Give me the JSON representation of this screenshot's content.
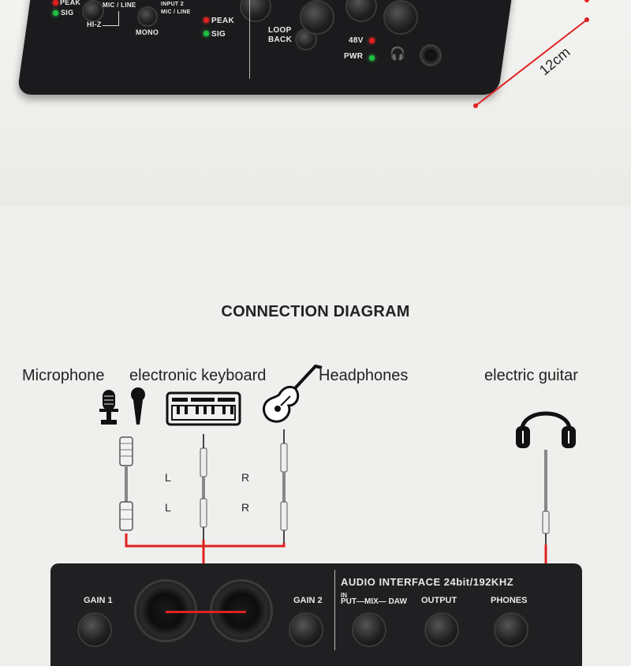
{
  "top_device": {
    "labels": {
      "peak_left": "PEAK",
      "sig_left": "SIG",
      "mic_line": "MIC / LINE",
      "hi_z": "HI-Z",
      "mono": "MONO",
      "input2": "INPUT 2",
      "mic_line2": "MIC / LINE",
      "peak_right": "PEAK",
      "sig_right": "SIG",
      "loop": "LOOP",
      "back": "BACK",
      "v48": "48V",
      "pwr": "PWR"
    },
    "measurement": "12cm"
  },
  "diagram": {
    "title": "CONNECTION DIAGRAM",
    "devices": {
      "microphone": "Microphone",
      "keyboard": "electronic keyboard",
      "headphones": "Headphones",
      "guitar": "electric guitar"
    },
    "channel_labels": {
      "l_top": "L",
      "r_top": "R",
      "l_bottom": "L",
      "r_bottom": "R"
    }
  },
  "interface": {
    "title": "AUDIO INTERFACE  24bit/192KHZ",
    "gain1": "GAIN 1",
    "gain2": "GAIN 2",
    "in": "IN",
    "put_mix_daw": "PUT—MIX— DAW",
    "output": "OUTPUT",
    "phones": "PHONES"
  },
  "colors": {
    "cable_red": "#e02020",
    "device_black": "#1b1b1d",
    "text_dark": "#222222"
  }
}
